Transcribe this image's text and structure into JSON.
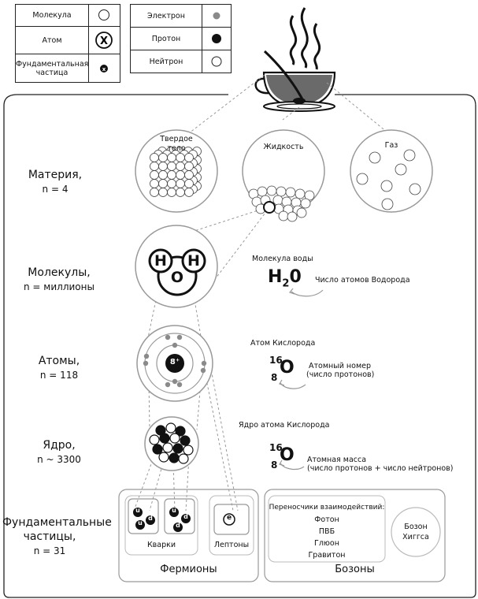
{
  "legend_left": {
    "rows": [
      {
        "label": "Молекула",
        "icon": "molecule-icon"
      },
      {
        "label": "Атом",
        "icon": "atom-icon",
        "symbol": "X"
      },
      {
        "label": "Фундаментальная частица",
        "icon": "fundamental-particle-icon",
        "symbol": "x"
      }
    ]
  },
  "legend_right": {
    "rows": [
      {
        "label": "Электрон",
        "icon": "electron-icon",
        "color": "#8a8a8a"
      },
      {
        "label": "Протон",
        "icon": "proton-icon",
        "color": "#111111"
      },
      {
        "label": "Нейтрон",
        "icon": "neutron-icon",
        "color": "#ffffff"
      }
    ]
  },
  "levels": [
    {
      "title": "Материя,",
      "count": "n = 4"
    },
    {
      "title": "Молекулы,",
      "count": "n = миллионы"
    },
    {
      "title": "Атомы,",
      "count": "n = 118"
    },
    {
      "title": "Ядро,",
      "count": "n ~ 3300"
    },
    {
      "title": "Фундаментальные частицы,",
      "count": "n = 31"
    }
  ],
  "matter": {
    "solid": "Твердое тело",
    "liquid": "Жидкость",
    "gas": "Газ"
  },
  "molecule": {
    "h1": "H",
    "h2": "H",
    "o": "O",
    "caption": "Молекула воды",
    "formula_main": "H",
    "formula_sub": "2",
    "formula_end": "0",
    "note": "Число атомов Водорода"
  },
  "atom": {
    "nucleus": "8⁺",
    "caption": "Атом Кислорода",
    "mass": "16",
    "number": "8",
    "symbol": "O",
    "note_line1": "Атомный номер",
    "note_line2": "(число протонов)"
  },
  "nucleus": {
    "caption": "Ядро атома Кислорода",
    "mass": "16",
    "number": "8",
    "symbol": "O",
    "note_line1": "Атомная масса",
    "note_line2": "(число протонов + число нейтронов)"
  },
  "fermions": {
    "title": "Фермионы",
    "quarks_label": "Кварки",
    "leptons_label": "Лептоны",
    "quark_set_1": [
      "u",
      "u",
      "d"
    ],
    "quark_set_2": [
      "u",
      "d",
      "d"
    ],
    "lepton": "e"
  },
  "bosons": {
    "title": "Бозоны",
    "carriers_title": "Переносчики взаимодействий:",
    "carriers": [
      "Фотон",
      "ПВБ",
      "Глюон",
      "Гравитон"
    ],
    "higgs_line1": "Бозон",
    "higgs_line2": "Хиггса"
  }
}
